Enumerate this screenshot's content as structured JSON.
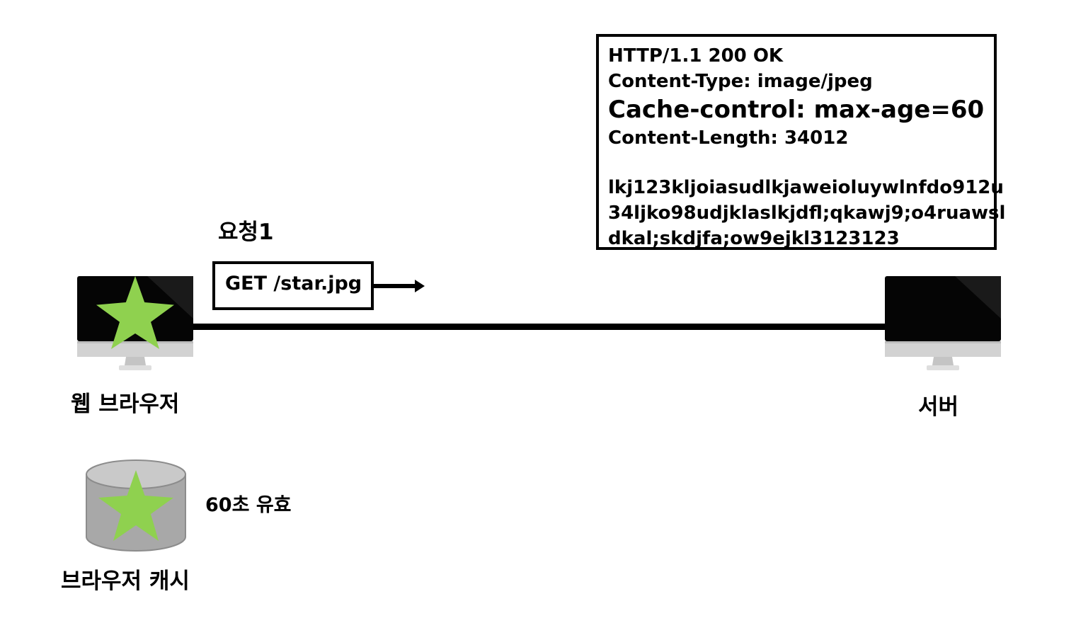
{
  "colors": {
    "star": "#8fd14f",
    "screen": "#050505",
    "monitor_chin": "#d2d2d2",
    "cylinder": "#a8a8a8",
    "line": "#000000"
  },
  "client": {
    "label": "웹 브라우저",
    "icon": "monitor-with-star-icon"
  },
  "server": {
    "label": "서버",
    "icon": "monitor-icon"
  },
  "request": {
    "title": "요청1",
    "line": "GET /star.jpg",
    "direction": "to-server"
  },
  "response": {
    "lines": [
      {
        "text": "HTTP/1.1 200 OK",
        "style": "normal"
      },
      {
        "text": "Content-Type: image/jpeg",
        "style": "normal"
      },
      {
        "text": "Cache-control: max-age=60",
        "style": "big"
      },
      {
        "text": "Content-Length: 34012",
        "style": "normal"
      },
      {
        "text": "",
        "style": "blank"
      },
      {
        "text": "lkj123kljoiasudlkjaweioluywlnfdo912u",
        "style": "normal"
      },
      {
        "text": "34ljko98udjklaslkjdfl;qkawj9;o4ruawsl",
        "style": "normal"
      },
      {
        "text": "dkal;skdjfa;ow9ejkl3123123",
        "style": "normal"
      }
    ]
  },
  "cache": {
    "label": "브라우저 캐시",
    "note": "60초 유효",
    "icon": "database-with-star-icon"
  }
}
